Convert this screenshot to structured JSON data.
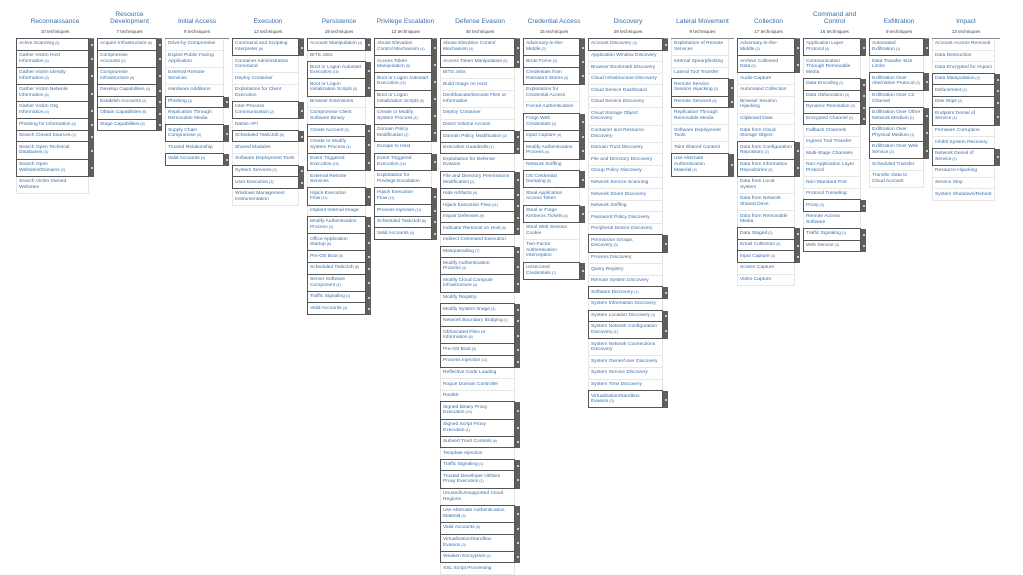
{
  "colors": {
    "link": "#3a6ea5",
    "sidebar": "#5e5e5e",
    "border": "#e6e6e6"
  },
  "tactics": [
    {
      "name": "Reconnaissance",
      "count": "10 techniques",
      "techniques": [
        {
          "name": "Active Scanning",
          "subs": "(3)"
        },
        {
          "name": "Gather Victim Host Information",
          "subs": "(4)"
        },
        {
          "name": "Gather Victim Identity Information",
          "subs": "(3)"
        },
        {
          "name": "Gather Victim Network Information",
          "subs": "(6)"
        },
        {
          "name": "Gather Victim Org Information",
          "subs": "(4)"
        },
        {
          "name": "Phishing for Information",
          "subs": "(3)"
        },
        {
          "name": "Search Closed Sources",
          "subs": "(2)"
        },
        {
          "name": "Search Open Technical Databases",
          "subs": "(5)"
        },
        {
          "name": "Search Open Websites/Domains",
          "subs": "(2)"
        },
        {
          "name": "Search Victim-Owned Websites"
        }
      ]
    },
    {
      "name": "Resource Development",
      "count": "7 techniques",
      "techniques": [
        {
          "name": "Acquire Infrastructure",
          "subs": "(6)"
        },
        {
          "name": "Compromise Accounts",
          "subs": "(2)"
        },
        {
          "name": "Compromise Infrastructure",
          "subs": "(6)"
        },
        {
          "name": "Develop Capabilities",
          "subs": "(4)"
        },
        {
          "name": "Establish Accounts",
          "subs": "(2)"
        },
        {
          "name": "Obtain Capabilities",
          "subs": "(6)"
        },
        {
          "name": "Stage Capabilities",
          "subs": "(5)"
        }
      ]
    },
    {
      "name": "Initial Access",
      "count": "9 techniques",
      "techniques": [
        {
          "name": "Drive-by Compromise"
        },
        {
          "name": "Exploit Public-Facing Application"
        },
        {
          "name": "External Remote Services"
        },
        {
          "name": "Hardware Additions"
        },
        {
          "name": "Phishing",
          "subs": "(3)"
        },
        {
          "name": "Replication Through Removable Media"
        },
        {
          "name": "Supply Chain Compromise",
          "subs": "(3)"
        },
        {
          "name": "Trusted Relationship"
        },
        {
          "name": "Valid Accounts",
          "subs": "(4)"
        }
      ]
    },
    {
      "name": "Execution",
      "count": "12 techniques",
      "techniques": [
        {
          "name": "Command and Scripting Interpreter",
          "subs": "(8)"
        },
        {
          "name": "Container Administration Command"
        },
        {
          "name": "Deploy Container"
        },
        {
          "name": "Exploitation for Client Execution"
        },
        {
          "name": "Inter-Process Communication",
          "subs": "(2)"
        },
        {
          "name": "Native API"
        },
        {
          "name": "Scheduled Task/Job",
          "subs": "(6)"
        },
        {
          "name": "Shared Modules"
        },
        {
          "name": "Software Deployment Tools"
        },
        {
          "name": "System Services",
          "subs": "(2)"
        },
        {
          "name": "User Execution",
          "subs": "(3)"
        },
        {
          "name": "Windows Management Instrumentation"
        }
      ]
    },
    {
      "name": "Persistence",
      "count": "19 techniques",
      "techniques": [
        {
          "name": "Account Manipulation",
          "subs": "(4)"
        },
        {
          "name": "BITS Jobs"
        },
        {
          "name": "Boot or Logon Autostart Execution",
          "subs": "(15)"
        },
        {
          "name": "Boot or Logon Initialization Scripts",
          "subs": "(5)"
        },
        {
          "name": "Browser Extensions"
        },
        {
          "name": "Compromise Client Software Binary"
        },
        {
          "name": "Create Account",
          "subs": "(3)"
        },
        {
          "name": "Create or Modify System Process",
          "subs": "(4)"
        },
        {
          "name": "Event Triggered Execution",
          "subs": "(15)"
        },
        {
          "name": "External Remote Services"
        },
        {
          "name": "Hijack Execution Flow",
          "subs": "(11)"
        },
        {
          "name": "Implant Internal Image"
        },
        {
          "name": "Modify Authentication Process",
          "subs": "(4)"
        },
        {
          "name": "Office Application Startup",
          "subs": "(6)"
        },
        {
          "name": "Pre-OS Boot",
          "subs": "(5)"
        },
        {
          "name": "Scheduled Task/Job",
          "subs": "(6)"
        },
        {
          "name": "Server Software Component",
          "subs": "(4)"
        },
        {
          "name": "Traffic Signaling",
          "subs": "(1)"
        },
        {
          "name": "Valid Accounts",
          "subs": "(4)"
        }
      ]
    },
    {
      "name": "Privilege Escalation",
      "count": "13 techniques",
      "techniques": [
        {
          "name": "Abuse Elevation Control Mechanism",
          "subs": "(4)"
        },
        {
          "name": "Access Token Manipulation",
          "subs": "(5)"
        },
        {
          "name": "Boot or Logon Autostart Execution",
          "subs": "(15)"
        },
        {
          "name": "Boot or Logon Initialization Scripts",
          "subs": "(5)"
        },
        {
          "name": "Create or Modify System Process",
          "subs": "(4)"
        },
        {
          "name": "Domain Policy Modification",
          "subs": "(2)"
        },
        {
          "name": "Escape to Host"
        },
        {
          "name": "Event Triggered Execution",
          "subs": "(15)"
        },
        {
          "name": "Exploitation for Privilege Escalation"
        },
        {
          "name": "Hijack Execution Flow",
          "subs": "(11)"
        },
        {
          "name": "Process Injection",
          "subs": "(11)"
        },
        {
          "name": "Scheduled Task/Job",
          "subs": "(6)"
        },
        {
          "name": "Valid Accounts",
          "subs": "(4)"
        }
      ]
    },
    {
      "name": "Defense Evasion",
      "count": "40 techniques",
      "techniques": [
        {
          "name": "Abuse Elevation Control Mechanism",
          "subs": "(4)"
        },
        {
          "name": "Access Token Manipulation",
          "subs": "(5)"
        },
        {
          "name": "BITS Jobs"
        },
        {
          "name": "Build Image on Host"
        },
        {
          "name": "Deobfuscate/Decode Files or Information"
        },
        {
          "name": "Deploy Container"
        },
        {
          "name": "Direct Volume Access"
        },
        {
          "name": "Domain Policy Modification",
          "subs": "(2)"
        },
        {
          "name": "Execution Guardrails",
          "subs": "(1)"
        },
        {
          "name": "Exploitation for Defense Evasion"
        },
        {
          "name": "File and Directory Permissions Modification",
          "subs": "(2)"
        },
        {
          "name": "Hide Artifacts",
          "subs": "(9)"
        },
        {
          "name": "Hijack Execution Flow",
          "subs": "(11)"
        },
        {
          "name": "Impair Defenses",
          "subs": "(9)"
        },
        {
          "name": "Indicator Removal on Host",
          "subs": "(6)"
        },
        {
          "name": "Indirect Command Execution"
        },
        {
          "name": "Masquerading",
          "subs": "(7)"
        },
        {
          "name": "Modify Authentication Process",
          "subs": "(4)"
        },
        {
          "name": "Modify Cloud Compute Infrastructure",
          "subs": "(4)"
        },
        {
          "name": "Modify Registry"
        },
        {
          "name": "Modify System Image",
          "subs": "(2)"
        },
        {
          "name": "Network Boundary Bridging",
          "subs": "(1)"
        },
        {
          "name": "Obfuscated Files or Information",
          "subs": "(6)"
        },
        {
          "name": "Pre-OS Boot",
          "subs": "(5)"
        },
        {
          "name": "Process Injection",
          "subs": "(11)"
        },
        {
          "name": "Reflective Code Loading"
        },
        {
          "name": "Rogue Domain Controller"
        },
        {
          "name": "Rootkit"
        },
        {
          "name": "Signed Binary Proxy Execution",
          "subs": "(13)"
        },
        {
          "name": "Signed Script Proxy Execution",
          "subs": "(1)"
        },
        {
          "name": "Subvert Trust Controls",
          "subs": "(6)"
        },
        {
          "name": "Template Injection"
        },
        {
          "name": "Traffic Signaling",
          "subs": "(1)"
        },
        {
          "name": "Trusted Developer Utilities Proxy Execution",
          "subs": "(1)"
        },
        {
          "name": "Unused/Unsupported Cloud Regions"
        },
        {
          "name": "Use Alternate Authentication Material",
          "subs": "(4)"
        },
        {
          "name": "Valid Accounts",
          "subs": "(4)"
        },
        {
          "name": "Virtualization/Sandbox Evasion",
          "subs": "(3)"
        },
        {
          "name": "Weaken Encryption",
          "subs": "(2)"
        },
        {
          "name": "XSL Script Processing"
        }
      ]
    },
    {
      "name": "Credential Access",
      "count": "15 techniques",
      "techniques": [
        {
          "name": "Adversary-in-the-Middle",
          "subs": "(2)"
        },
        {
          "name": "Brute Force",
          "subs": "(4)"
        },
        {
          "name": "Credentials from Password Stores",
          "subs": "(5)"
        },
        {
          "name": "Exploitation for Credential Access"
        },
        {
          "name": "Forced Authentication"
        },
        {
          "name": "Forge Web Credentials",
          "subs": "(2)"
        },
        {
          "name": "Input Capture",
          "subs": "(4)"
        },
        {
          "name": "Modify Authentication Process",
          "subs": "(4)"
        },
        {
          "name": "Network Sniffing"
        },
        {
          "name": "OS Credential Dumping",
          "subs": "(8)"
        },
        {
          "name": "Steal Application Access Token"
        },
        {
          "name": "Steal or Forge Kerberos Tickets",
          "subs": "(4)"
        },
        {
          "name": "Steal Web Session Cookie"
        },
        {
          "name": "Two-Factor Authentication Interception"
        },
        {
          "name": "Unsecured Credentials",
          "subs": "(7)"
        }
      ]
    },
    {
      "name": "Discovery",
      "count": "29 techniques",
      "techniques": [
        {
          "name": "Account Discovery",
          "subs": "(4)"
        },
        {
          "name": "Application Window Discovery"
        },
        {
          "name": "Browser Bookmark Discovery"
        },
        {
          "name": "Cloud Infrastructure Discovery"
        },
        {
          "name": "Cloud Service Dashboard"
        },
        {
          "name": "Cloud Service Discovery"
        },
        {
          "name": "Cloud Storage Object Discovery"
        },
        {
          "name": "Container and Resource Discovery"
        },
        {
          "name": "Domain Trust Discovery"
        },
        {
          "name": "File and Directory Discovery"
        },
        {
          "name": "Group Policy Discovery"
        },
        {
          "name": "Network Service Scanning"
        },
        {
          "name": "Network Share Discovery"
        },
        {
          "name": "Network Sniffing"
        },
        {
          "name": "Password Policy Discovery"
        },
        {
          "name": "Peripheral Device Discovery"
        },
        {
          "name": "Permission Groups Discovery",
          "subs": "(3)"
        },
        {
          "name": "Process Discovery"
        },
        {
          "name": "Query Registry"
        },
        {
          "name": "Remote System Discovery"
        },
        {
          "name": "Software Discovery",
          "subs": "(1)"
        },
        {
          "name": "System Information Discovery"
        },
        {
          "name": "System Location Discovery",
          "subs": "(1)"
        },
        {
          "name": "System Network Configuration Discovery",
          "subs": "(1)"
        },
        {
          "name": "System Network Connections Discovery"
        },
        {
          "name": "System Owner/User Discovery"
        },
        {
          "name": "System Service Discovery"
        },
        {
          "name": "System Time Discovery"
        },
        {
          "name": "Virtualization/Sandbox Evasion",
          "subs": "(3)"
        }
      ]
    },
    {
      "name": "Lateral Movement",
      "count": "9 techniques",
      "techniques": [
        {
          "name": "Exploitation of Remote Services"
        },
        {
          "name": "Internal Spearphishing"
        },
        {
          "name": "Lateral Tool Transfer"
        },
        {
          "name": "Remote Service Session Hijacking",
          "subs": "(2)"
        },
        {
          "name": "Remote Services",
          "subs": "(6)"
        },
        {
          "name": "Replication Through Removable Media"
        },
        {
          "name": "Software Deployment Tools"
        },
        {
          "name": "Taint Shared Content"
        },
        {
          "name": "Use Alternate Authentication Material",
          "subs": "(4)"
        }
      ]
    },
    {
      "name": "Collection",
      "count": "17 techniques",
      "techniques": [
        {
          "name": "Adversary-in-the-Middle",
          "subs": "(2)"
        },
        {
          "name": "Archive Collected Data",
          "subs": "(3)"
        },
        {
          "name": "Audio Capture"
        },
        {
          "name": "Automated Collection"
        },
        {
          "name": "Browser Session Hijacking"
        },
        {
          "name": "Clipboard Data"
        },
        {
          "name": "Data from Cloud Storage Object"
        },
        {
          "name": "Data from Configuration Repository",
          "subs": "(2)"
        },
        {
          "name": "Data from Information Repositories",
          "subs": "(3)"
        },
        {
          "name": "Data from Local System"
        },
        {
          "name": "Data from Network Shared Drive"
        },
        {
          "name": "Data from Removable Media"
        },
        {
          "name": "Data Staged",
          "subs": "(2)"
        },
        {
          "name": "Email Collection",
          "subs": "(3)"
        },
        {
          "name": "Input Capture",
          "subs": "(4)"
        },
        {
          "name": "Screen Capture"
        },
        {
          "name": "Video Capture"
        }
      ]
    },
    {
      "name": "Command and Control",
      "count": "16 techniques",
      "techniques": [
        {
          "name": "Application Layer Protocol",
          "subs": "(4)"
        },
        {
          "name": "Communication Through Removable Media"
        },
        {
          "name": "Data Encoding",
          "subs": "(2)"
        },
        {
          "name": "Data Obfuscation",
          "subs": "(3)"
        },
        {
          "name": "Dynamic Resolution",
          "subs": "(3)"
        },
        {
          "name": "Encrypted Channel",
          "subs": "(2)"
        },
        {
          "name": "Fallback Channels"
        },
        {
          "name": "Ingress Tool Transfer"
        },
        {
          "name": "Multi-Stage Channels"
        },
        {
          "name": "Non-Application Layer Protocol"
        },
        {
          "name": "Non-Standard Port"
        },
        {
          "name": "Protocol Tunneling"
        },
        {
          "name": "Proxy",
          "subs": "(4)"
        },
        {
          "name": "Remote Access Software"
        },
        {
          "name": "Traffic Signaling",
          "subs": "(1)"
        },
        {
          "name": "Web Service",
          "subs": "(3)"
        }
      ]
    },
    {
      "name": "Exfiltration",
      "count": "9 techniques",
      "techniques": [
        {
          "name": "Automated Exfiltration",
          "subs": "(1)"
        },
        {
          "name": "Data Transfer Size Limits"
        },
        {
          "name": "Exfiltration Over Alternative Protocol",
          "subs": "(3)"
        },
        {
          "name": "Exfiltration Over C2 Channel"
        },
        {
          "name": "Exfiltration Over Other Network Medium",
          "subs": "(1)"
        },
        {
          "name": "Exfiltration Over Physical Medium",
          "subs": "(1)"
        },
        {
          "name": "Exfiltration Over Web Service",
          "subs": "(2)"
        },
        {
          "name": "Scheduled Transfer"
        },
        {
          "name": "Transfer Data to Cloud Account"
        }
      ]
    },
    {
      "name": "Impact",
      "count": "13 techniques",
      "techniques": [
        {
          "name": "Account Access Removal"
        },
        {
          "name": "Data Destruction"
        },
        {
          "name": "Data Encrypted for Impact"
        },
        {
          "name": "Data Manipulation",
          "subs": "(3)"
        },
        {
          "name": "Defacement",
          "subs": "(2)"
        },
        {
          "name": "Disk Wipe",
          "subs": "(2)"
        },
        {
          "name": "Endpoint Denial of Service",
          "subs": "(4)"
        },
        {
          "name": "Firmware Corruption"
        },
        {
          "name": "Inhibit System Recovery"
        },
        {
          "name": "Network Denial of Service",
          "subs": "(2)"
        },
        {
          "name": "Resource Hijacking"
        },
        {
          "name": "Service Stop"
        },
        {
          "name": "System Shutdown/Reboot"
        }
      ]
    }
  ]
}
